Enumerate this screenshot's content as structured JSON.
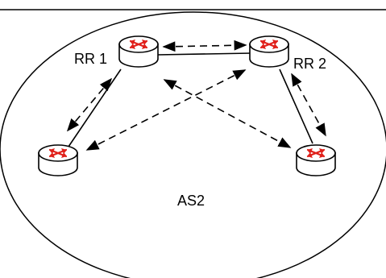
{
  "diagram": {
    "as_label": "AS2",
    "routers": [
      {
        "id": "rr1",
        "label": "RR 1"
      },
      {
        "id": "rr2",
        "label": "RR 2"
      },
      {
        "id": "client-left",
        "label": ""
      },
      {
        "id": "client-right",
        "label": ""
      }
    ],
    "links": [
      {
        "from": "rr1",
        "to": "rr2",
        "style": "solid"
      },
      {
        "from": "rr1",
        "to": "client-left",
        "style": "solid"
      },
      {
        "from": "rr2",
        "to": "client-right",
        "style": "solid"
      },
      {
        "from": "rr1",
        "to": "rr2",
        "style": "dashed",
        "arrows": "both"
      },
      {
        "from": "rr1",
        "to": "client-left",
        "style": "dashed",
        "arrows": "both"
      },
      {
        "from": "rr2",
        "to": "client-right",
        "style": "dashed",
        "arrows": "both"
      },
      {
        "from": "rr2",
        "to": "client-left",
        "style": "dashed",
        "arrows": "both"
      },
      {
        "from": "rr1",
        "to": "client-right",
        "style": "dashed",
        "arrows": "both"
      }
    ],
    "colors": {
      "line": "#000000",
      "router_fill": "#ffffff",
      "router_arrows": "#e0201a"
    }
  }
}
